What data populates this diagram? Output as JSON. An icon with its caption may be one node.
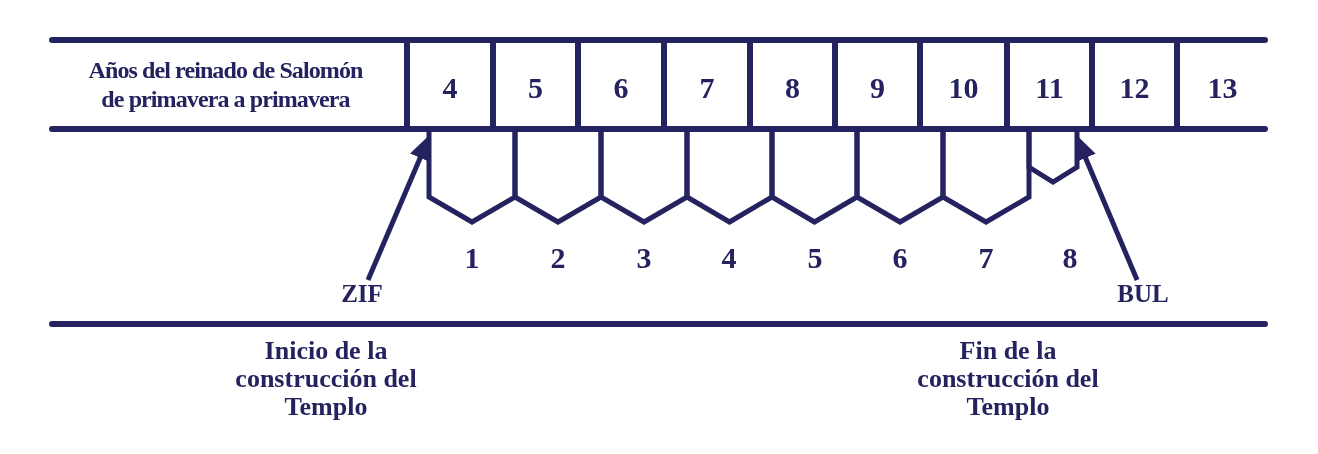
{
  "diagram": {
    "nodes": [
      {
        "text": [],
        "shape": "bracket",
        "beside": [
          "1"
        ]
      },
      {
        "text": [],
        "shape": "bracket",
        "beside": [
          "2"
        ]
      },
      {
        "text": [],
        "shape": "bracket",
        "beside": [
          "3"
        ]
      },
      {
        "text": [],
        "shape": "bracket",
        "beside": [
          "4"
        ]
      },
      {
        "text": [],
        "shape": "bracket",
        "beside": [
          "5"
        ]
      },
      {
        "text": [],
        "shape": "bracket",
        "beside": [
          "6"
        ]
      },
      {
        "text": [],
        "shape": "bracket",
        "beside": [
          "7"
        ]
      },
      {
        "text": [],
        "shape": "bracket",
        "beside": [
          "8"
        ]
      },
      {
        "text": [
          "ZIF"
        ]
      },
      {
        "text": [
          "BUL"
        ]
      }
    ],
    "edges": [
      {
        "from": 8,
        "to": 0,
        "arrow": "to"
      },
      {
        "from": 9,
        "to": 7,
        "arrow": "to"
      }
    ],
    "labels": [
      "Años del reinado de Salomón de primavera a primavera",
      "4",
      "5",
      "6",
      "7",
      "8",
      "9",
      "10",
      "11",
      "12",
      "13",
      "Inicio de la construcción del Templo",
      "Fin de la construcción del Templo"
    ]
  }
}
